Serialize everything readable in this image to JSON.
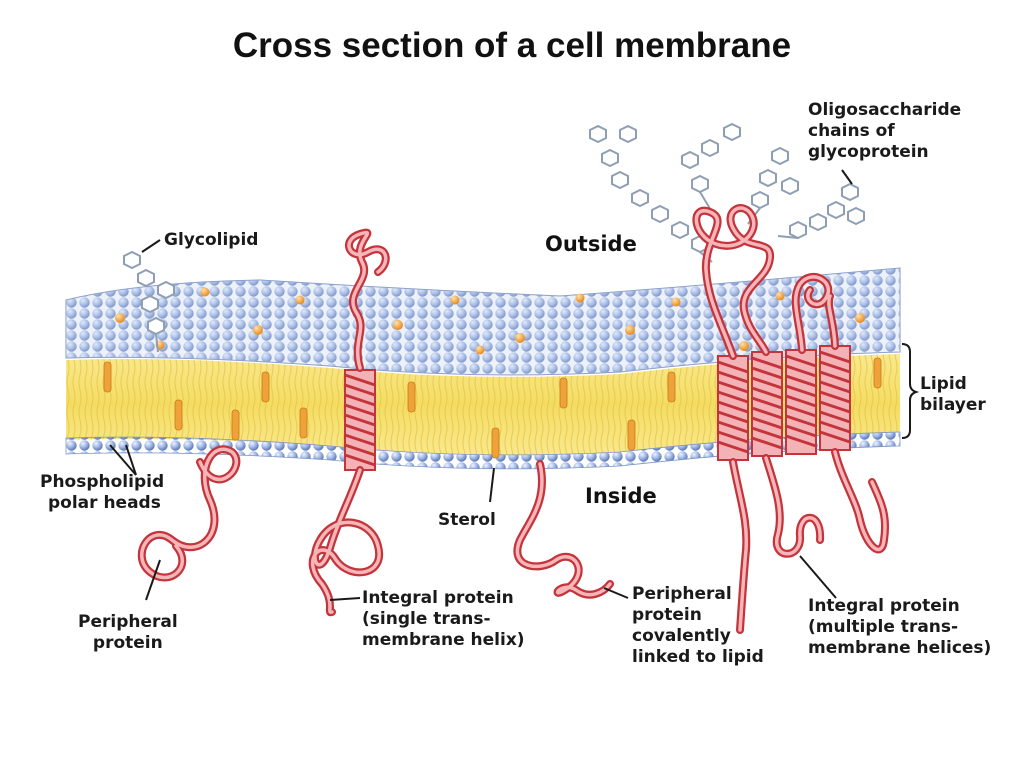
{
  "title": "Cross section of a cell membrane",
  "regions": {
    "outside": "Outside",
    "inside": "Inside"
  },
  "labels": {
    "oligosaccharide": [
      "Oligosaccharide",
      "chains of",
      "glycoprotein"
    ],
    "glycolipid": [
      "Glycolipid"
    ],
    "lipid_bilayer": [
      "Lipid",
      "bilayer"
    ],
    "phospholipid_heads": [
      "Phospholipid",
      "polar heads"
    ],
    "sterol": [
      "Sterol"
    ],
    "peripheral_protein": [
      "Peripheral",
      "protein"
    ],
    "integral_single": [
      "Integral protein",
      "(single trans-",
      "membrane helix)"
    ],
    "peripheral_covalent": [
      "Peripheral",
      "protein",
      "covalently",
      "linked to lipid"
    ],
    "integral_multiple": [
      "Integral protein",
      "(multiple trans-",
      "membrane helices)"
    ]
  },
  "colors": {
    "head": "#8fa9dc",
    "head_dark": "#5d78b5",
    "tail_band": "#f6e27a",
    "protein": "#e5484f",
    "sterol": "#f0a23a",
    "sugar": "#8f9fb3"
  }
}
